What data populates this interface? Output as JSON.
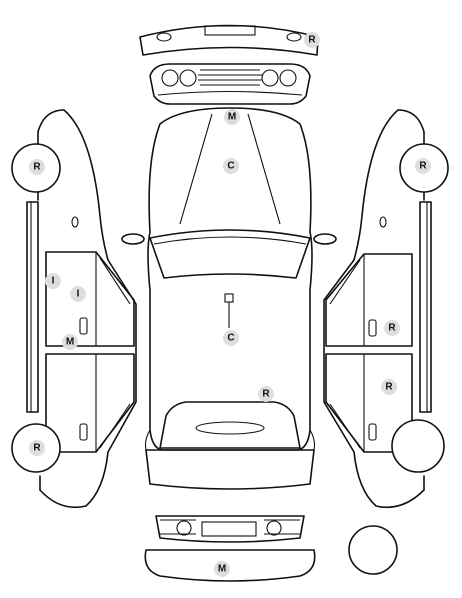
{
  "markers": [
    {
      "id": "front-bumper-top",
      "label": "R"
    },
    {
      "id": "hood",
      "label": "M"
    },
    {
      "id": "hood-center",
      "label": "C"
    },
    {
      "id": "roof",
      "label": "C"
    },
    {
      "id": "trunk",
      "label": "R"
    },
    {
      "id": "rear-bumper",
      "label": "M"
    },
    {
      "id": "left-front-wheel",
      "label": "R"
    },
    {
      "id": "left-rear-wheel",
      "label": "R"
    },
    {
      "id": "left-front-door-a",
      "label": "I"
    },
    {
      "id": "left-front-door-b",
      "label": "I"
    },
    {
      "id": "left-sill",
      "label": "M"
    },
    {
      "id": "right-front-wheel",
      "label": "R"
    },
    {
      "id": "right-front-door",
      "label": "R"
    },
    {
      "id": "right-rear-door",
      "label": "R"
    }
  ],
  "colors": {
    "line": "#111111",
    "marker_fill": "#dedede",
    "background": "#ffffff"
  }
}
